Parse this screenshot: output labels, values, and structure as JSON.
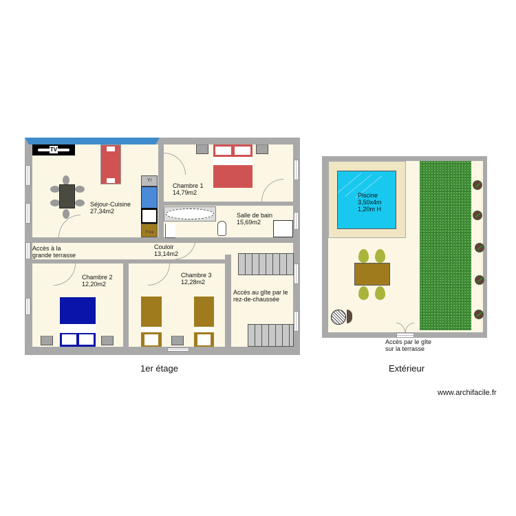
{
  "plans": [
    {
      "caption": "1er étage",
      "rooms": [
        {
          "name": "Séjour-Cuisine",
          "area": "27,34m2"
        },
        {
          "name": "Chambre 1",
          "area": "14,79m2"
        },
        {
          "name": "Salle de bain",
          "area": "15,69m2"
        },
        {
          "name": "Couloir",
          "area": "13,14m2"
        },
        {
          "name": "Chambre 2",
          "area": "12,20m2"
        },
        {
          "name": "Chambre 3",
          "area": "12,28m2"
        }
      ],
      "annotations": [
        {
          "line1": "Accès à la",
          "line2": "grande terrasse"
        },
        {
          "line1": "Accès au gîte par le",
          "line2": "rez-de-chaussée"
        }
      ],
      "appliances": {
        "tv": "TV",
        "oven": "Four"
      }
    },
    {
      "caption": "Extérieur",
      "pool": {
        "name": "Piscine",
        "size": "3,50x4m",
        "depth": "1,20m H"
      },
      "annotations": [
        {
          "line1": "Accès par le gîte",
          "line2": "sur la terrasse"
        }
      ]
    }
  ],
  "watermark": "www.archifacile.fr",
  "colors": {
    "wall": "#a9a9a9",
    "floor": "#fbf7e4",
    "roof_edge": "#3e8ccc",
    "sofa": "#d05353",
    "bed_blue": "#0a14a8",
    "bed_gold": "#a07b1e",
    "pool": "#18c8ef",
    "pool_deck": "#f0e6c4",
    "lawn": "#3e8a36",
    "table_wood": "#a07b1e"
  }
}
